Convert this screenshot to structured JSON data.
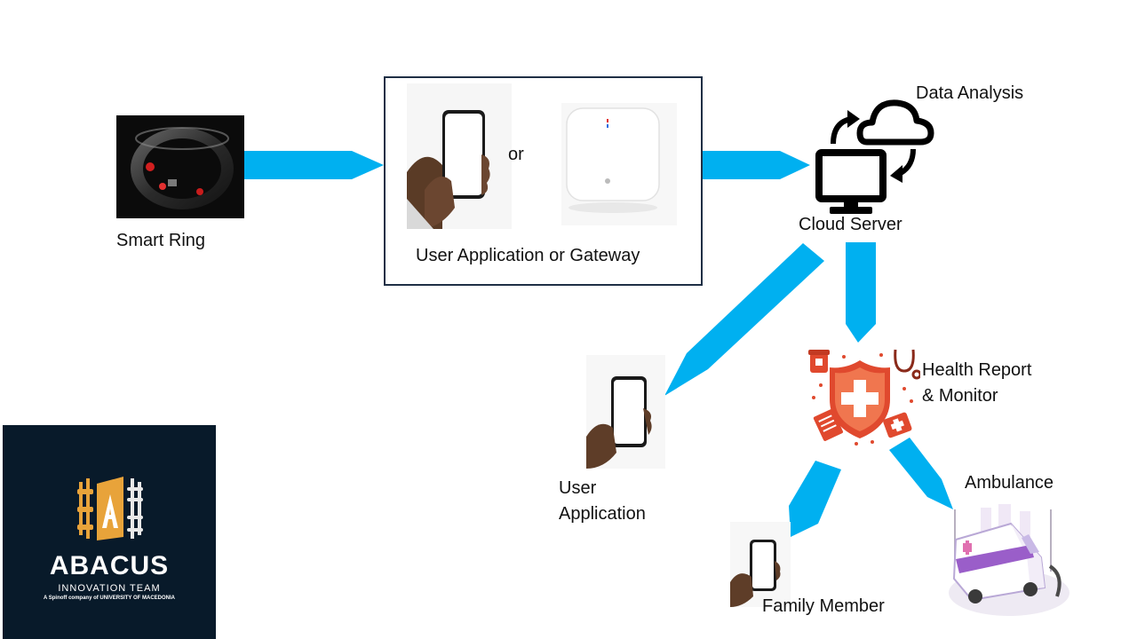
{
  "labels": {
    "smart_ring": "Smart Ring",
    "or": "or",
    "gateway_caption": "User Application or Gateway",
    "data_analysis": "Data Analysis",
    "cloud_server": "Cloud Server",
    "health_line1": "Health Report",
    "health_line2": "& Monitor",
    "user_app_line1": "User",
    "user_app_line2": "Application",
    "ambulance": "Ambulance",
    "family_member": "Family Member"
  },
  "logo": {
    "title": "ABACUS",
    "subtitle": "INNOVATION TEAM",
    "tagline": "A Spinoff company of UNIVERSITY OF MACEDONIA"
  },
  "colors": {
    "arrow": "#00B0F0",
    "box_border": "#1F2F45",
    "logo_bg": "#081A2A",
    "logo_accent": "#E8A33A",
    "health_red": "#E0492E"
  }
}
